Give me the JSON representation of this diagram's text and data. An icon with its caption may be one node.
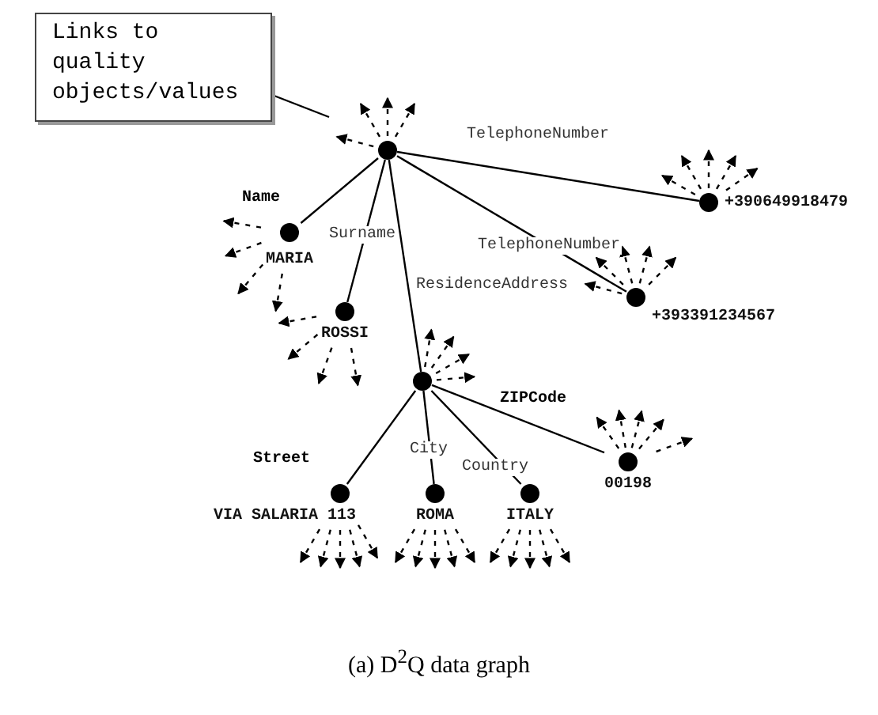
{
  "diagram": {
    "caption": "(a) D$^{2}$Q data graph",
    "nodes": [
      {
        "text": [
          "Links to quality objects/values"
        ]
      },
      {
        "text": [],
        "shape": "circle"
      },
      {
        "text": [],
        "shape": "circle",
        "beside": [
          "+390649918479"
        ]
      },
      {
        "text": [],
        "shape": "circle",
        "beside": [
          "MARIA"
        ]
      },
      {
        "text": [],
        "shape": "circle",
        "beside": [
          "ROSSI"
        ]
      },
      {
        "text": [],
        "shape": "circle",
        "beside": [
          "+393391234567"
        ]
      },
      {
        "text": [],
        "shape": "circle"
      },
      {
        "text": [],
        "shape": "circle",
        "beside": [
          "00198"
        ]
      },
      {
        "text": [],
        "shape": "circle",
        "beside": [
          "VIA SALARIA 113"
        ]
      },
      {
        "text": [],
        "shape": "circle",
        "beside": [
          "ROMA"
        ]
      },
      {
        "text": [],
        "shape": "circle",
        "beside": [
          "ITALY"
        ]
      }
    ],
    "edges": [
      {
        "from": 1,
        "to": 2,
        "arrow": "none",
        "label": "TelephoneNumber"
      },
      {
        "from": 1,
        "to": 3,
        "arrow": "none",
        "label": "Name"
      },
      {
        "from": 1,
        "to": 4,
        "arrow": "none",
        "label": "Surname"
      },
      {
        "from": 1,
        "to": 5,
        "arrow": "none",
        "label": "TelephoneNumber"
      },
      {
        "from": 1,
        "to": 6,
        "arrow": "none",
        "label": "ResidenceAddress"
      },
      {
        "from": 6,
        "to": 7,
        "arrow": "none",
        "label": "ZIPCode"
      },
      {
        "from": 6,
        "to": 8,
        "arrow": "none",
        "label": "Street"
      },
      {
        "from": 6,
        "to": 9,
        "arrow": "none",
        "label": "City"
      },
      {
        "from": 6,
        "to": 10,
        "arrow": "none",
        "label": "Country"
      },
      {
        "from": 0,
        "to": null,
        "arrow": "none"
      },
      {
        "from": 1,
        "to": null,
        "arrow": "to",
        "style": "dashed"
      },
      {
        "from": 1,
        "to": null,
        "arrow": "to",
        "style": "dashed"
      },
      {
        "from": 1,
        "to": null,
        "arrow": "to",
        "style": "dashed"
      },
      {
        "from": 1,
        "to": null,
        "arrow": "to",
        "style": "dashed"
      },
      {
        "from": 2,
        "to": null,
        "arrow": "to",
        "style": "dashed"
      },
      {
        "from": 2,
        "to": null,
        "arrow": "to",
        "style": "dashed"
      },
      {
        "from": 2,
        "to": null,
        "arrow": "to",
        "style": "dashed"
      },
      {
        "from": 2,
        "to": null,
        "arrow": "to",
        "style": "dashed"
      },
      {
        "from": 2,
        "to": null,
        "arrow": "to",
        "style": "dashed"
      },
      {
        "from": 3,
        "to": null,
        "arrow": "to",
        "style": "dashed"
      },
      {
        "from": 3,
        "to": null,
        "arrow": "to",
        "style": "dashed"
      },
      {
        "from": 3,
        "to": null,
        "arrow": "to",
        "style": "dashed"
      },
      {
        "from": 3,
        "to": null,
        "arrow": "to",
        "style": "dashed"
      },
      {
        "from": 4,
        "to": null,
        "arrow": "to",
        "style": "dashed"
      },
      {
        "from": 4,
        "to": null,
        "arrow": "to",
        "style": "dashed"
      },
      {
        "from": 4,
        "to": null,
        "arrow": "to",
        "style": "dashed"
      },
      {
        "from": 4,
        "to": null,
        "arrow": "to",
        "style": "dashed"
      },
      {
        "from": 5,
        "to": null,
        "arrow": "to",
        "style": "dashed"
      },
      {
        "from": 5,
        "to": null,
        "arrow": "to",
        "style": "dashed"
      },
      {
        "from": 5,
        "to": null,
        "arrow": "to",
        "style": "dashed"
      },
      {
        "from": 5,
        "to": null,
        "arrow": "to",
        "style": "dashed"
      },
      {
        "from": 5,
        "to": null,
        "arrow": "to",
        "style": "dashed"
      },
      {
        "from": 6,
        "to": null,
        "arrow": "to",
        "style": "dashed"
      },
      {
        "from": 6,
        "to": null,
        "arrow": "to",
        "style": "dashed"
      },
      {
        "from": 6,
        "to": null,
        "arrow": "to",
        "style": "dashed"
      },
      {
        "from": 6,
        "to": null,
        "arrow": "to",
        "style": "dashed"
      },
      {
        "from": 7,
        "to": null,
        "arrow": "to",
        "style": "dashed"
      },
      {
        "from": 7,
        "to": null,
        "arrow": "to",
        "style": "dashed"
      },
      {
        "from": 7,
        "to": null,
        "arrow": "to",
        "style": "dashed"
      },
      {
        "from": 7,
        "to": null,
        "arrow": "to",
        "style": "dashed"
      },
      {
        "from": 7,
        "to": null,
        "arrow": "to",
        "style": "dashed"
      },
      {
        "from": 8,
        "to": null,
        "arrow": "to",
        "style": "dashed"
      },
      {
        "from": 8,
        "to": null,
        "arrow": "to",
        "style": "dashed"
      },
      {
        "from": 8,
        "to": null,
        "arrow": "to",
        "style": "dashed"
      },
      {
        "from": 8,
        "to": null,
        "arrow": "to",
        "style": "dashed"
      },
      {
        "from": 8,
        "to": null,
        "arrow": "to",
        "style": "dashed"
      },
      {
        "from": 9,
        "to": null,
        "arrow": "to",
        "style": "dashed"
      },
      {
        "from": 9,
        "to": null,
        "arrow": "to",
        "style": "dashed"
      },
      {
        "from": 9,
        "to": null,
        "arrow": "to",
        "style": "dashed"
      },
      {
        "from": 9,
        "to": null,
        "arrow": "to",
        "style": "dashed"
      },
      {
        "from": 9,
        "to": null,
        "arrow": "to",
        "style": "dashed"
      },
      {
        "from": 10,
        "to": null,
        "arrow": "to",
        "style": "dashed"
      },
      {
        "from": 10,
        "to": null,
        "arrow": "to",
        "style": "dashed"
      },
      {
        "from": 10,
        "to": null,
        "arrow": "to",
        "style": "dashed"
      },
      {
        "from": 10,
        "to": null,
        "arrow": "to",
        "style": "dashed"
      },
      {
        "from": 10,
        "to": null,
        "arrow": "to",
        "style": "dashed"
      }
    ]
  }
}
